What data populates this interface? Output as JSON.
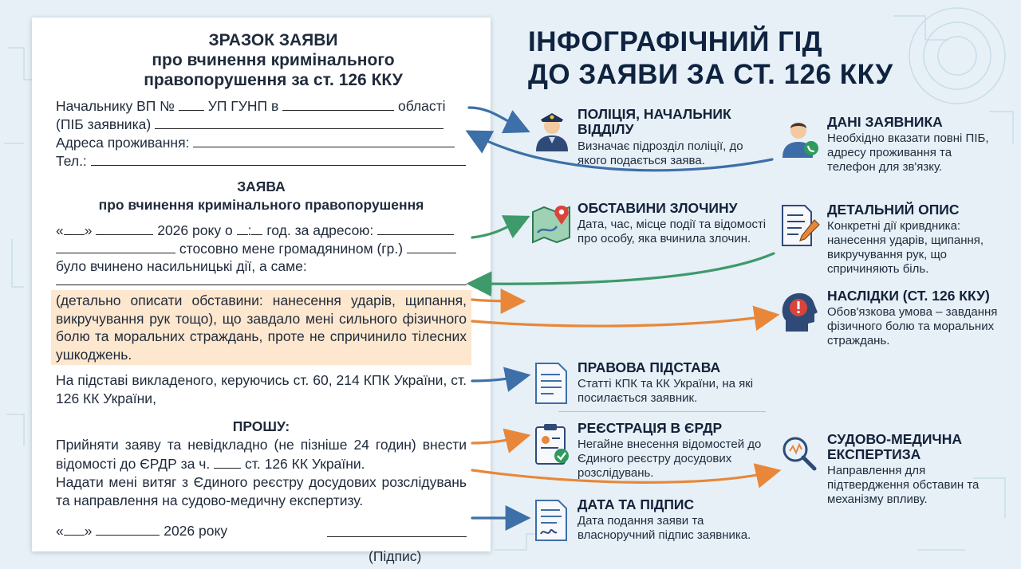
{
  "document": {
    "title_lines": [
      "ЗРАЗОК ЗАЯВИ",
      "про вчинення кримінального",
      "правопорушення за ст. 126 ККУ"
    ],
    "header": {
      "to_prefix": "Начальнику ВП №",
      "to_middle": "УП ГУНП в",
      "to_suffix": "області",
      "applicant": "(ПІБ заявника)",
      "address": "Адреса проживання:",
      "phone": "Тел.:"
    },
    "subtitle": "ЗАЯВА",
    "subtitle2": "про вчинення кримінального правопорушення",
    "body": {
      "date_open": "«",
      "date_close": "»",
      "year_text": "2026 року о",
      "time_sep": ":",
      "at_address": "год. за адресою:",
      "regarding": "стосовно мене громадянином (гр.)",
      "committed": "було вчинено насильницькі дії, а саме:",
      "highlight_text": "(детально описати обставини: нанесення ударів, щипання, викручування рук тощо), що завдало мені сильного фізичного болю та моральних страждань, проте не спричинило тілесних ушкоджень.",
      "legal_basis": "На підставі викладеного, керуючись ст. 60, 214 КПК України, ст. 126 КК України,"
    },
    "request_title": "ПРОШУ:",
    "request_p1_a": "Прийняти заяву та невідкладно (не пізніше 24 годин) внести відомості до ЄРДР за ч.",
    "request_p1_b": "ст. 126 КК України.",
    "request_p2": "Надати мені витяг з Єдиного реєстру досудових розслідувань та направлення на судово-медичну експертизу.",
    "footer": {
      "date_year": "2026 року",
      "signature_label": "(Підпис)"
    }
  },
  "infographic": {
    "title_line1": "ІНФОГРАФІЧНИЙ ГІД",
    "title_line2": "ДО ЗАЯВИ ЗА СТ. 126 ККУ",
    "items": [
      {
        "title": "ПОЛІЦІЯ, НАЧАЛЬНИК",
        "title2": "ВІДДІЛУ",
        "desc": "Визначає підрозділ поліції, до якого подається заява.",
        "icon": "police-officer-icon"
      },
      {
        "title": "ДАНІ ЗАЯВНИКА",
        "desc": "Необхідно вказати повні ПІБ, адресу проживання та телефон для зв'язку.",
        "icon": "applicant-phone-icon"
      },
      {
        "title": "ОБСТАВИНИ ЗЛОЧИНУ",
        "desc": "Дата, час, місце події та відомості про особу, яка вчинила злочин.",
        "icon": "map-pin-icon"
      },
      {
        "title": "ДЕТАЛЬНИЙ ОПИС",
        "desc": "Конкретні дії кривдника: нанесення ударів, щипання, викручування рук, що спричиняють біль.",
        "icon": "document-pen-icon"
      },
      {
        "title": "НАСЛІДКИ (СТ. 126 ККУ)",
        "desc": "Обов'язкова умова – завдання фізичного болю та моральних страждань.",
        "icon": "head-exclamation-icon"
      },
      {
        "title": "ПРАВОВА ПІДСТАВА",
        "desc": "Статті КПК та КК України, на які посилається заявник.",
        "icon": "document-lines-icon"
      },
      {
        "title": "РЕЄСТРАЦІЯ В ЄРДР",
        "desc": "Негайне внесення відомостей до Єдиного реєстру досудових розслідувань.",
        "icon": "clipboard-check-icon"
      },
      {
        "title": "СУДОВО-МЕДИЧНА",
        "title2": "ЕКСПЕРТИЗА",
        "desc": "Направлення для підтвердження обставин та механізму впливу.",
        "icon": "magnifier-icon"
      },
      {
        "title": "ДАТА ТА ПІДПИС",
        "desc": "Дата подання заяви та власноручний підпис заявника.",
        "icon": "document-sign-icon"
      }
    ]
  },
  "colors": {
    "arrow_blue": "#3d6fa8",
    "arrow_green": "#3e9a6a",
    "arrow_orange": "#e8873a",
    "highlight": "#fde7cf"
  }
}
